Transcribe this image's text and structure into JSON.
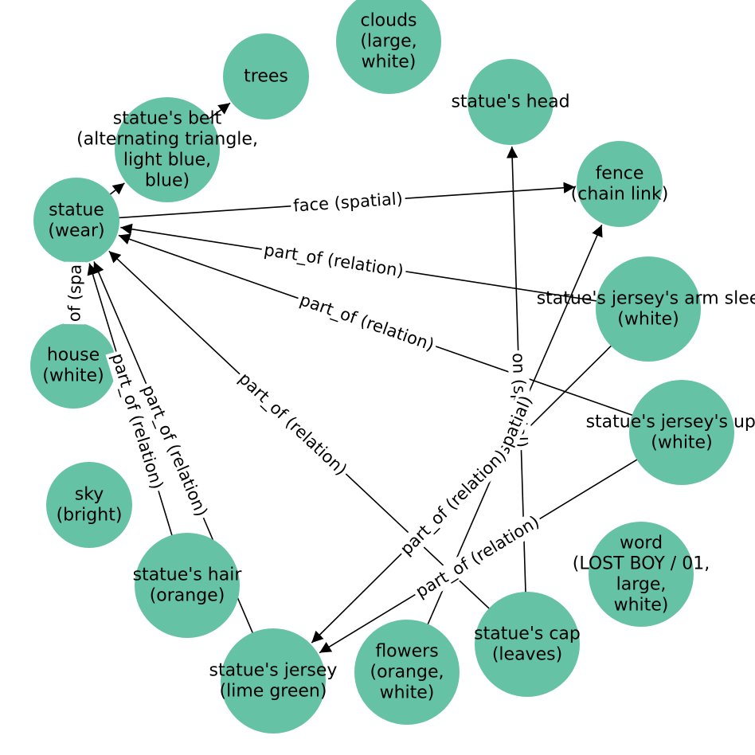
{
  "graph": {
    "node_color": "#66c2a5",
    "nodes": [
      {
        "id": "clouds",
        "lines": [
          "clouds",
          "(large,",
          "white)"
        ]
      },
      {
        "id": "trees",
        "lines": [
          "trees"
        ]
      },
      {
        "id": "head",
        "lines": [
          "statue's head"
        ]
      },
      {
        "id": "belt",
        "lines": [
          "statue's belt",
          "(alternating triangle,",
          "light blue,",
          "blue)"
        ]
      },
      {
        "id": "fence",
        "lines": [
          "fence",
          "(chain link)"
        ]
      },
      {
        "id": "statue",
        "lines": [
          "statue",
          "(wear)"
        ]
      },
      {
        "id": "armsleeve",
        "lines": [
          "statue's jersey's arm slee",
          "(white)"
        ]
      },
      {
        "id": "house",
        "lines": [
          "house",
          "(white)"
        ]
      },
      {
        "id": "upper",
        "lines": [
          "statue's jersey's uppe",
          "(white)"
        ]
      },
      {
        "id": "sky",
        "lines": [
          "sky",
          "(bright)"
        ]
      },
      {
        "id": "word",
        "lines": [
          "word",
          "(LOST BOY / 01,",
          "large,",
          "white)"
        ]
      },
      {
        "id": "hair",
        "lines": [
          "statue's hair",
          "(orange)"
        ]
      },
      {
        "id": "cap",
        "lines": [
          "statue's cap",
          "(leaves)"
        ]
      },
      {
        "id": "flowers",
        "lines": [
          "flowers",
          "(orange,",
          "white)"
        ]
      },
      {
        "id": "jersey",
        "lines": [
          "statue's jersey",
          "(lime green)"
        ]
      }
    ],
    "edges": [
      {
        "from": "statue",
        "to": "fence",
        "label": "face (spatial)"
      },
      {
        "from": "armsleeve",
        "to": "statue",
        "label": "part_of (relation)"
      },
      {
        "from": "upper",
        "to": "statue",
        "label": "part_of (relation)"
      },
      {
        "from": "cap",
        "to": "statue",
        "label": "part_of (relation)"
      },
      {
        "from": "hair",
        "to": "statue",
        "label": "part_of (relation)"
      },
      {
        "from": "jersey",
        "to": "statue",
        "label": "part_of (relation)"
      },
      {
        "from": "cap",
        "to": "head",
        "label": "on (spatial)"
      },
      {
        "from": "flowers",
        "to": "fence",
        "label": "(spatial)"
      },
      {
        "from": "armsleeve",
        "to": "jersey",
        "label": "part_of (relation)"
      },
      {
        "from": "upper",
        "to": "jersey",
        "label": "part_of (relation)"
      },
      {
        "from": "house",
        "to": "statue",
        "label": "of (spa"
      },
      {
        "from": "belt",
        "to": "trees",
        "label": ""
      },
      {
        "from": "statue",
        "to": "belt",
        "label": ""
      }
    ]
  }
}
